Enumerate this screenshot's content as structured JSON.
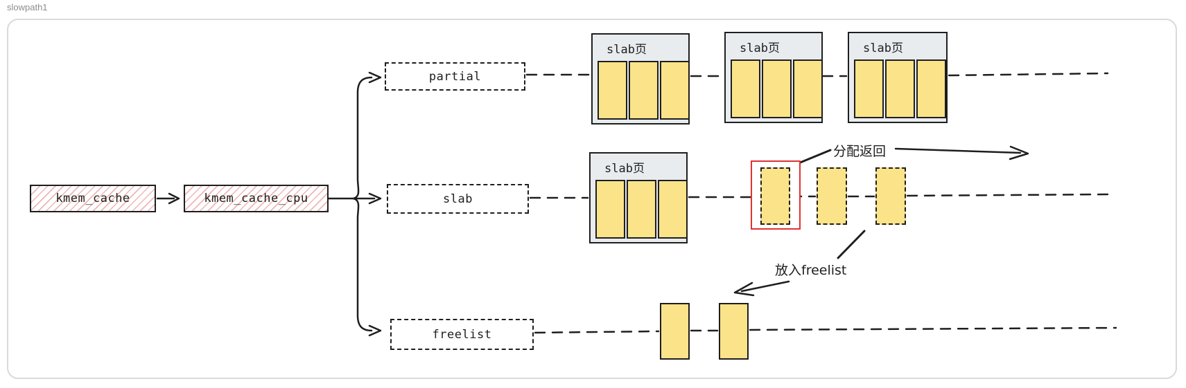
{
  "page": {
    "title": "slowpath1"
  },
  "diagram": {
    "nodes": {
      "kmem_cache": "kmem_cache",
      "kmem_cache_cpu": "kmem_cache_cpu",
      "partial": "partial",
      "slab": "slab",
      "freelist": "freelist"
    },
    "slab_page_label": "slab页",
    "annotations": {
      "alloc_return": "分配返回",
      "put_freelist": "放入freelist"
    },
    "colors": {
      "stroke": "#1e1e1e",
      "object_yellow": "#fbe38a",
      "page_gray": "#e9ecef",
      "highlight_red": "#e03131",
      "hatch_pink": "#e26c6c",
      "frame_border": "#d9d9de",
      "title_gray": "#8c8c91"
    },
    "counts": {
      "partial_slab_pages": 3,
      "objects_per_page": 3,
      "slab_row_free_objects": 3,
      "freelist_objects": 2
    }
  }
}
